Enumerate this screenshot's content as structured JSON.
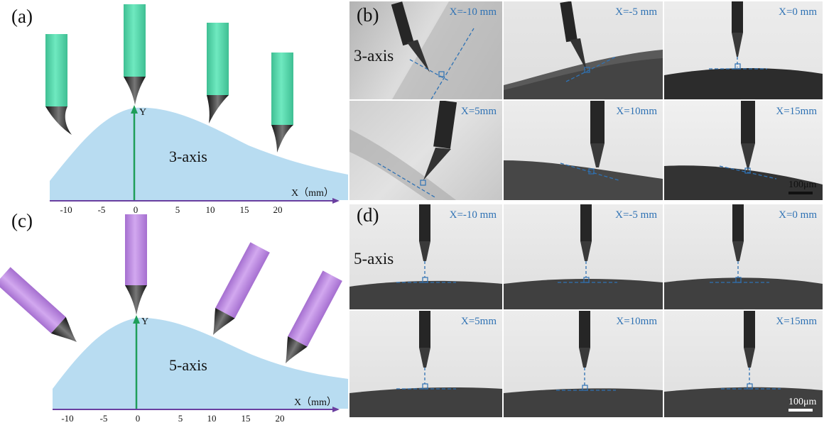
{
  "panels": {
    "a": {
      "label": "(a)",
      "mode_label": "3-axis",
      "y_label": "Y",
      "x_label": "X（mm）",
      "ticks": [
        "-10",
        "-5",
        "0",
        "5",
        "10",
        "15",
        "20"
      ],
      "tool_color": "#5fe0b4"
    },
    "b": {
      "label": "(b)",
      "mode_label": "3-axis",
      "scale_bar": "100μm",
      "photo_labels": [
        "X=-10 mm",
        "X=-5 mm",
        "X=0 mm",
        "X=5mm",
        "X=10mm",
        "X=15mm"
      ]
    },
    "c": {
      "label": "(c)",
      "mode_label": "5-axis",
      "y_label": "Y",
      "x_label": "X（mm）",
      "ticks": [
        "-10",
        "-5",
        "0",
        "5",
        "10",
        "15",
        "20"
      ],
      "tool_color": "#c89ae6"
    },
    "d": {
      "label": "(d)",
      "mode_label": "5-axis",
      "scale_bar": "100μm",
      "photo_labels": [
        "X=-10 mm",
        "X=-5 mm",
        "X=0 mm",
        "X=5mm",
        "X=10mm",
        "X=15mm"
      ]
    }
  },
  "colors": {
    "surface": "#b8dcf1",
    "y_axis": "#1f9e5a",
    "x_axis": "#6a3fa0",
    "annotation": "#2f72b4"
  }
}
